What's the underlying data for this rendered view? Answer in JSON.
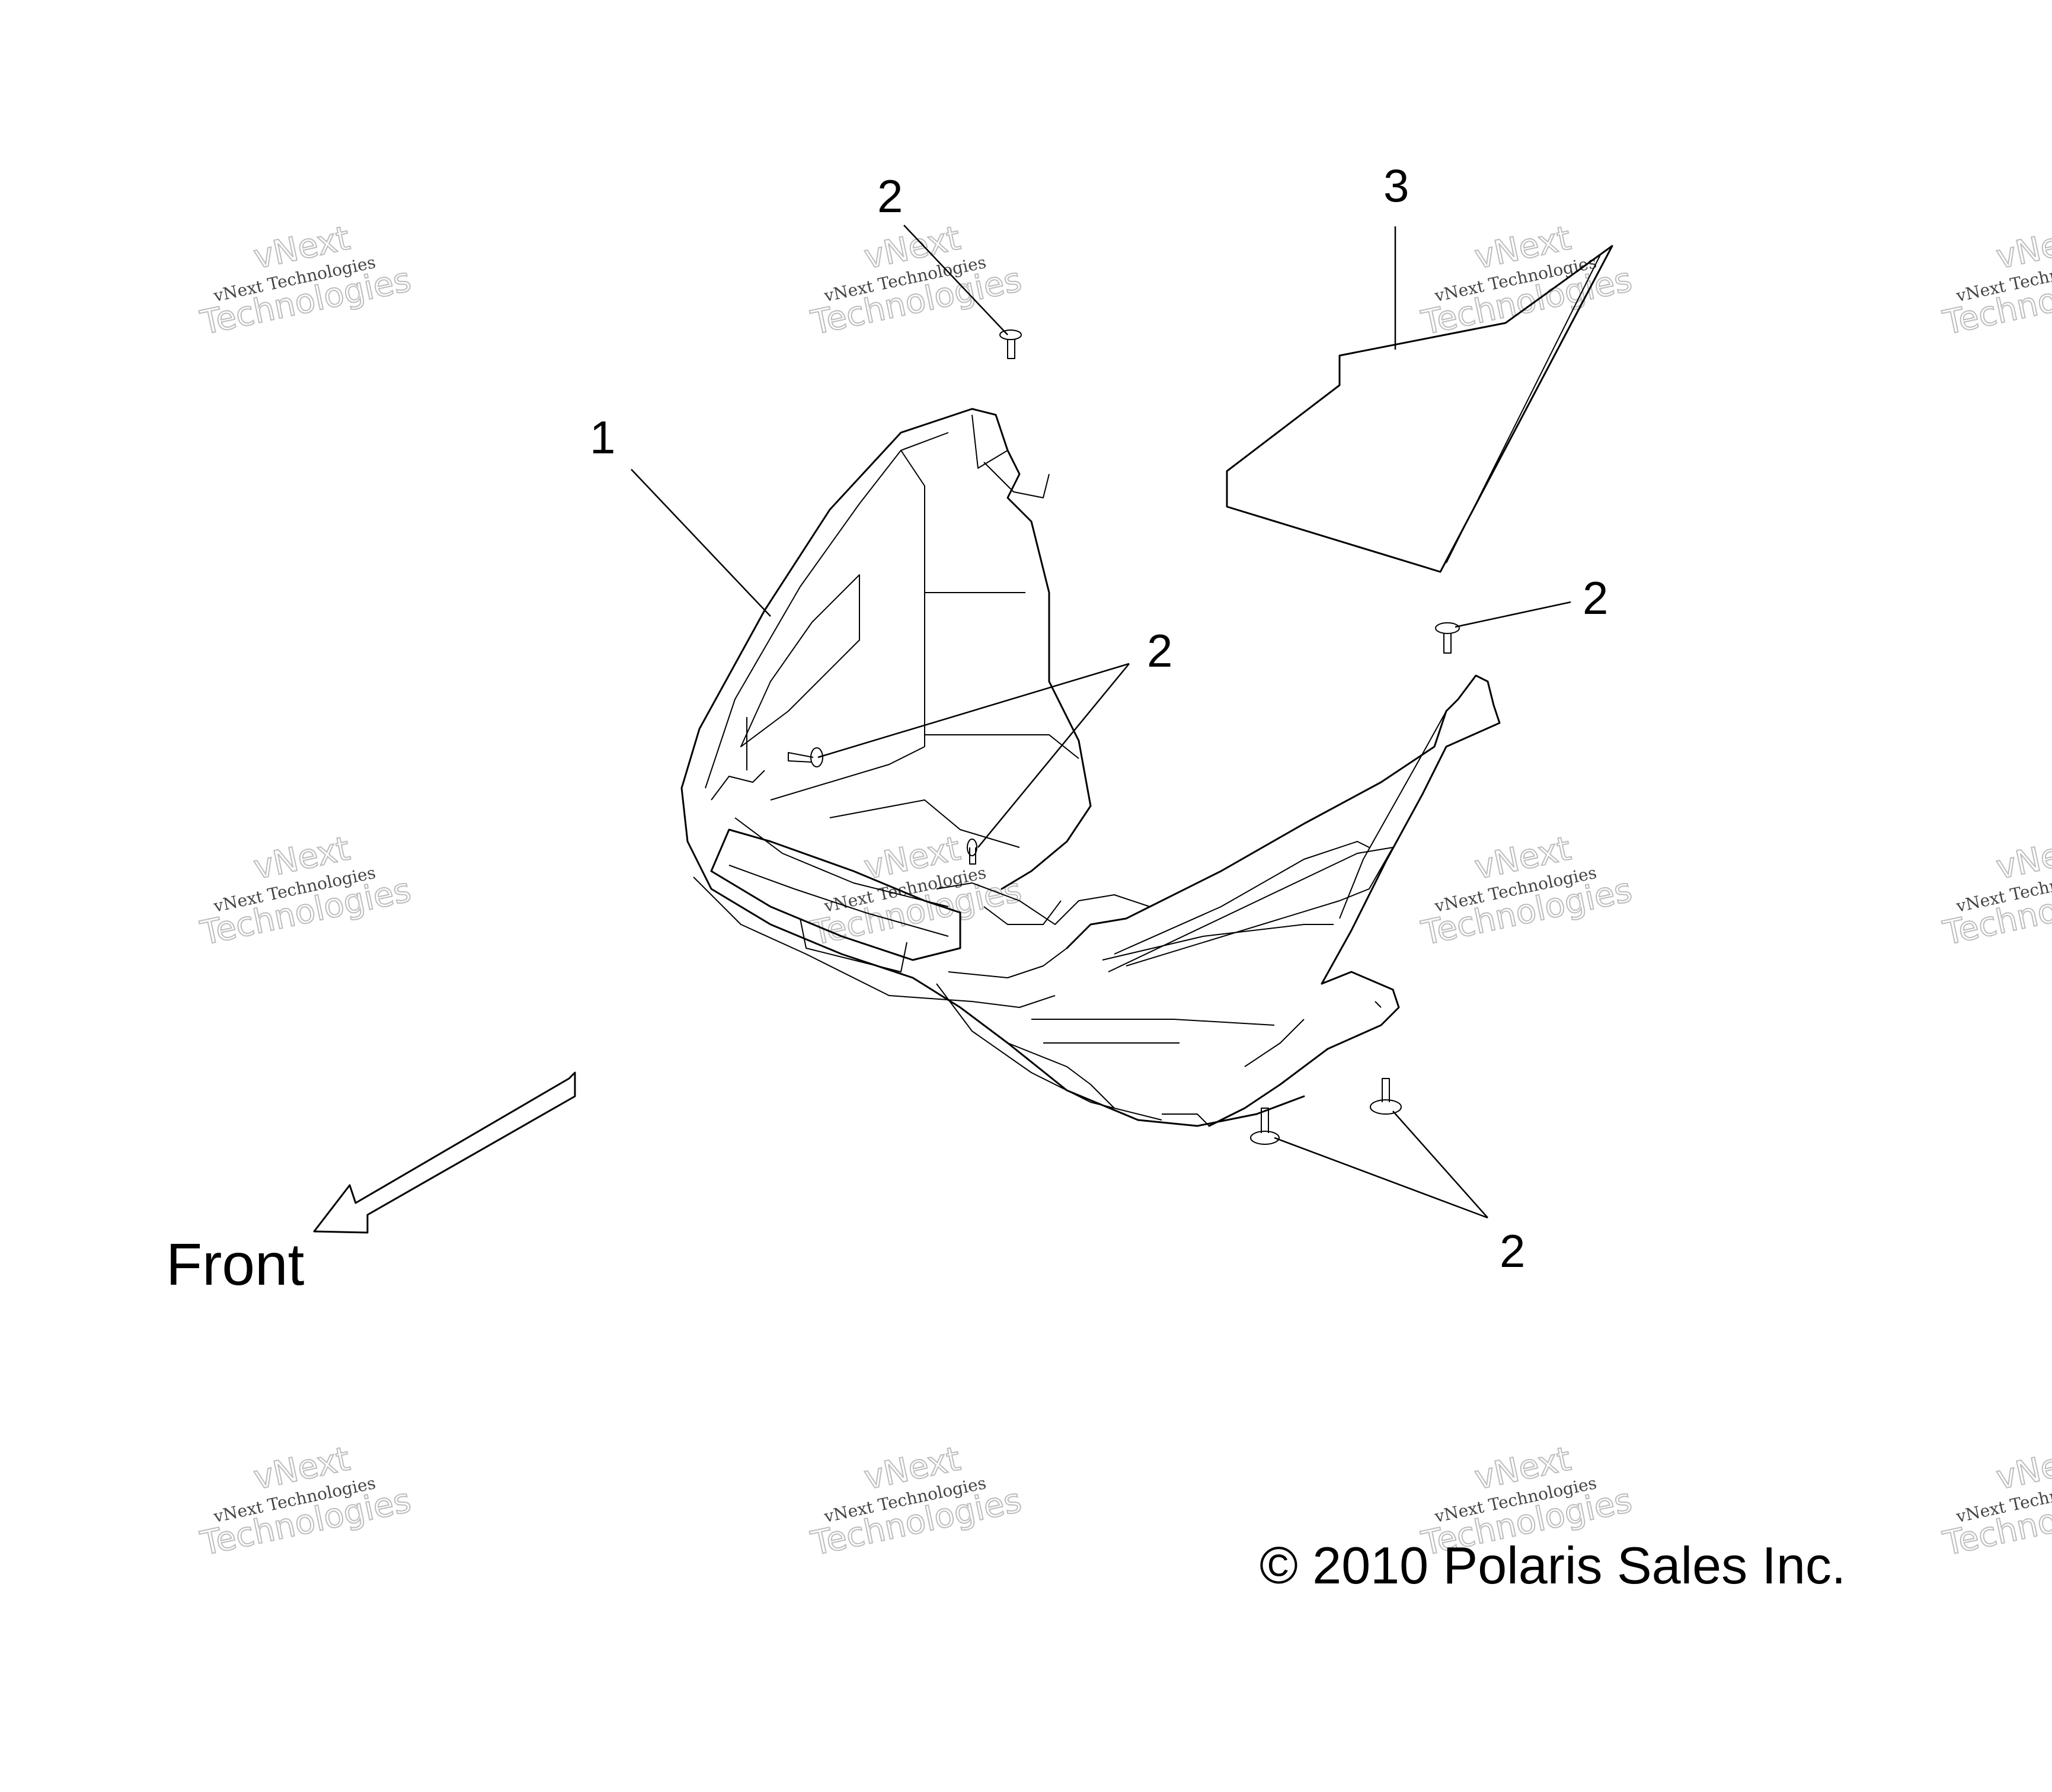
{
  "callouts": {
    "item_1": "1",
    "item_2": "2",
    "item_3": "3"
  },
  "front_label": "Front",
  "copyright": "© 2010 Polaris Sales Inc.",
  "watermark": {
    "line1": "vNext",
    "line2": "vNext Technologies",
    "line3": "Technologies"
  }
}
